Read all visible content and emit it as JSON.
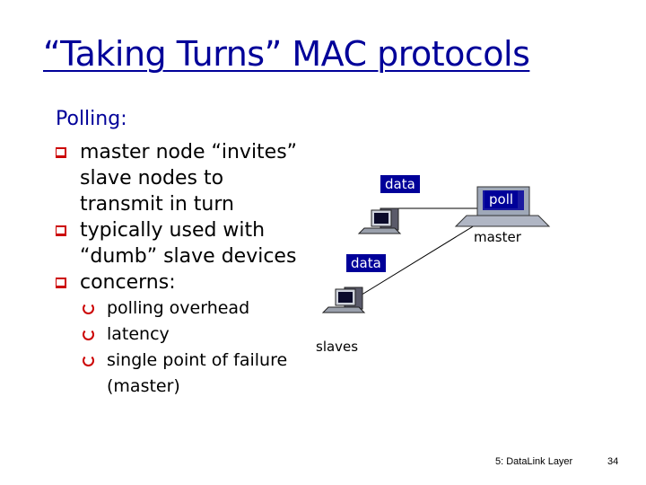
{
  "title": "“Taking Turns” MAC protocols",
  "subheading": "Polling:",
  "bullets": [
    "master node “invites” slave nodes to transmit in turn",
    "typically used with “dumb” slave devices",
    "concerns:"
  ],
  "subbullets": [
    "polling overhead",
    "latency",
    "single point of failure (master)"
  ],
  "diagram": {
    "data_label_top": "data",
    "data_label_middle": "data",
    "poll_label": "poll",
    "master_label": "master",
    "slaves_label": "slaves"
  },
  "footer": {
    "chapter": "5: DataLink Layer",
    "page": "34"
  },
  "colors": {
    "title": "#000099",
    "bullet_marker": "#cc0000",
    "packet_bg": "#000099"
  }
}
